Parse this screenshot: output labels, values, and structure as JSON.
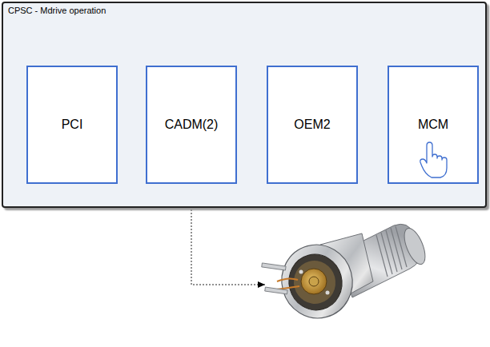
{
  "diagram": {
    "nodes": [
      {
        "text": [
          "CPSC - Mdrive operation"
        ]
      },
      {
        "text": [
          "PCI"
        ],
        "in": 0
      },
      {
        "text": [
          "CADM(2)"
        ],
        "in": 0
      },
      {
        "text": [
          "OEM2"
        ],
        "in": 0
      },
      {
        "text": [
          "MCM"
        ],
        "in": 0
      }
    ],
    "edges": [
      {
        "from": 4,
        "to": 2,
        "arrow": "to"
      }
    ]
  }
}
